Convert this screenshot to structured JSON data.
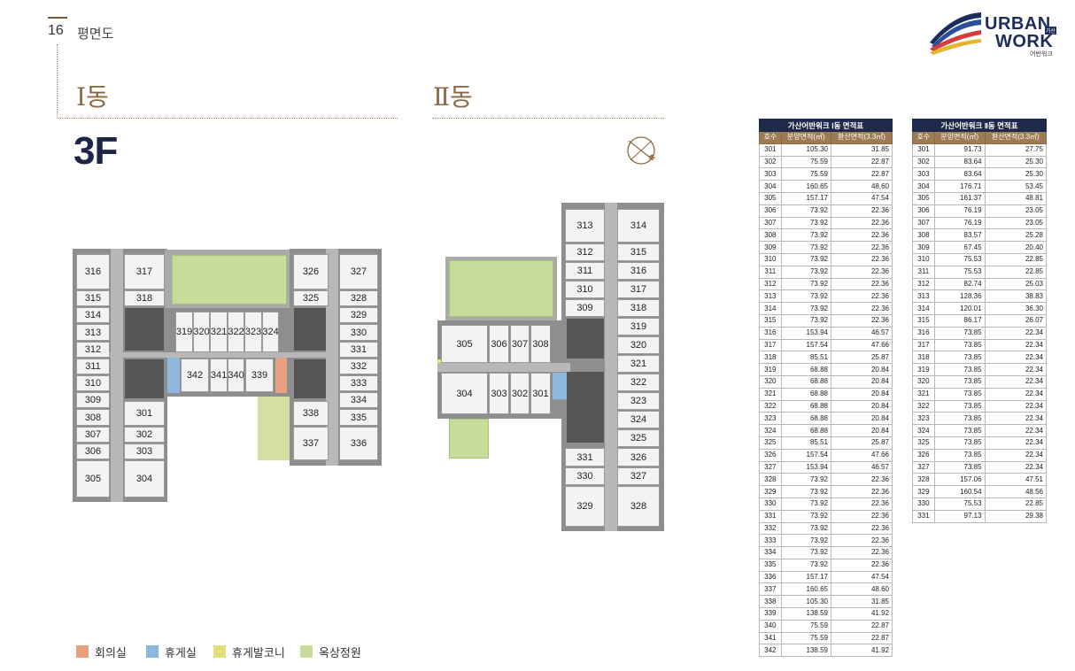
{
  "header": {
    "page_number": "16",
    "page_label": "평면도"
  },
  "logo": {
    "main": "URBAN",
    "second": "WORK",
    "badge": "가산",
    "sub": "어반워크"
  },
  "buildings": {
    "left_title": "Ⅰ동",
    "right_title": "Ⅱ동"
  },
  "floor": "3F",
  "colors": {
    "meeting": "#e9a07f",
    "lounge": "#8eb8de",
    "balcony": "#e6e07c",
    "garden": "#c7dc9b",
    "navy": "#1d2a4c",
    "brown": "#9c7b55"
  },
  "plan1_rooms": {
    "r316": "316",
    "r317": "317",
    "r326": "326",
    "r327": "327",
    "r315": "315",
    "r318": "318",
    "r325": "325",
    "r328": "328",
    "r314": "314",
    "r329": "329",
    "r313": "313",
    "r330": "330",
    "r312": "312",
    "r331": "331",
    "r311": "311",
    "r332": "332",
    "r310": "310",
    "r333": "333",
    "r309": "309",
    "r334": "334",
    "r308": "308",
    "r301": "301",
    "r338": "338",
    "r335": "335",
    "r307": "307",
    "r302": "302",
    "r306": "306",
    "r303": "303",
    "r337": "337",
    "r336": "336",
    "r305": "305",
    "r304": "304",
    "r319": "319",
    "r320": "320",
    "r321": "321",
    "r322": "322",
    "r323": "323",
    "r324": "324",
    "r342": "342",
    "r341": "341",
    "r340": "340",
    "r339": "339"
  },
  "plan2_rooms": {
    "r313": "313",
    "r314": "314",
    "r312": "312",
    "r315": "315",
    "r311": "311",
    "r316": "316",
    "r310": "310",
    "r317": "317",
    "r309": "309",
    "r318": "318",
    "r319": "319",
    "r320": "320",
    "r321": "321",
    "r322": "322",
    "r323": "323",
    "r324": "324",
    "r325": "325",
    "r331": "331",
    "r326": "326",
    "r330": "330",
    "r327": "327",
    "r329": "329",
    "r328": "328",
    "r305": "305",
    "r306": "306",
    "r307": "307",
    "r308": "308",
    "r304": "304",
    "r303": "303",
    "r302": "302",
    "r301": "301"
  },
  "table1": {
    "title": "가산어반워크 Ⅰ동 면적표",
    "headers": [
      "호수",
      "분양면적(㎡)",
      "환산면적(3.3㎡)"
    ],
    "rows": [
      [
        "301",
        "105.30",
        "31.85"
      ],
      [
        "302",
        "75.59",
        "22.87"
      ],
      [
        "303",
        "75.59",
        "22.87"
      ],
      [
        "304",
        "160.65",
        "48.60"
      ],
      [
        "305",
        "157.17",
        "47.54"
      ],
      [
        "306",
        "73.92",
        "22.36"
      ],
      [
        "307",
        "73.92",
        "22.36"
      ],
      [
        "308",
        "73.92",
        "22.36"
      ],
      [
        "309",
        "73.92",
        "22.36"
      ],
      [
        "310",
        "73.92",
        "22.36"
      ],
      [
        "311",
        "73.92",
        "22.36"
      ],
      [
        "312",
        "73.92",
        "22.36"
      ],
      [
        "313",
        "73.92",
        "22.36"
      ],
      [
        "314",
        "73.92",
        "22.36"
      ],
      [
        "315",
        "73.92",
        "22.36"
      ],
      [
        "316",
        "153.94",
        "46.57"
      ],
      [
        "317",
        "157.54",
        "47.66"
      ],
      [
        "318",
        "85.51",
        "25.87"
      ],
      [
        "319",
        "68.88",
        "20.84"
      ],
      [
        "320",
        "68.88",
        "20.84"
      ],
      [
        "321",
        "68.88",
        "20.84"
      ],
      [
        "322",
        "68.88",
        "20.84"
      ],
      [
        "323",
        "68.88",
        "20.84"
      ],
      [
        "324",
        "68.88",
        "20.84"
      ],
      [
        "325",
        "85.51",
        "25.87"
      ],
      [
        "326",
        "157.54",
        "47.66"
      ],
      [
        "327",
        "153.94",
        "46.57"
      ],
      [
        "328",
        "73.92",
        "22.36"
      ],
      [
        "329",
        "73.92",
        "22.36"
      ],
      [
        "330",
        "73.92",
        "22.36"
      ],
      [
        "331",
        "73.92",
        "22.36"
      ],
      [
        "332",
        "73.92",
        "22.36"
      ],
      [
        "333",
        "73.92",
        "22.36"
      ],
      [
        "334",
        "73.92",
        "22.36"
      ],
      [
        "335",
        "73.92",
        "22.36"
      ],
      [
        "336",
        "157.17",
        "47.54"
      ],
      [
        "337",
        "160.65",
        "48.60"
      ],
      [
        "338",
        "105.30",
        "31.85"
      ],
      [
        "339",
        "138.59",
        "41.92"
      ],
      [
        "340",
        "75.59",
        "22.87"
      ],
      [
        "341",
        "75.59",
        "22.87"
      ],
      [
        "342",
        "138.59",
        "41.92"
      ]
    ]
  },
  "table2": {
    "title": "가산어반워크 Ⅱ동 면적표",
    "headers": [
      "호수",
      "분양면적(㎡)",
      "환산면적(3.3㎡)"
    ],
    "rows": [
      [
        "301",
        "91.73",
        "27.75"
      ],
      [
        "302",
        "83.64",
        "25.30"
      ],
      [
        "303",
        "83.64",
        "25.30"
      ],
      [
        "304",
        "176.71",
        "53.45"
      ],
      [
        "305",
        "161.37",
        "48.81"
      ],
      [
        "306",
        "76.19",
        "23.05"
      ],
      [
        "307",
        "76.19",
        "23.05"
      ],
      [
        "308",
        "83.57",
        "25.28"
      ],
      [
        "309",
        "67.45",
        "20.40"
      ],
      [
        "310",
        "75.53",
        "22.85"
      ],
      [
        "311",
        "75.53",
        "22.85"
      ],
      [
        "312",
        "82.74",
        "25.03"
      ],
      [
        "313",
        "128.36",
        "38.83"
      ],
      [
        "314",
        "120.01",
        "36.30"
      ],
      [
        "315",
        "86.17",
        "26.07"
      ],
      [
        "316",
        "73.85",
        "22.34"
      ],
      [
        "317",
        "73.85",
        "22.34"
      ],
      [
        "318",
        "73.85",
        "22.34"
      ],
      [
        "319",
        "73.85",
        "22.34"
      ],
      [
        "320",
        "73.85",
        "22.34"
      ],
      [
        "321",
        "73.85",
        "22.34"
      ],
      [
        "322",
        "73.85",
        "22.34"
      ],
      [
        "323",
        "73.85",
        "22.34"
      ],
      [
        "324",
        "73.85",
        "22.34"
      ],
      [
        "325",
        "73.85",
        "22.34"
      ],
      [
        "326",
        "73.85",
        "22.34"
      ],
      [
        "327",
        "73.85",
        "22.34"
      ],
      [
        "328",
        "157.06",
        "47.51"
      ],
      [
        "329",
        "160.54",
        "48.56"
      ],
      [
        "330",
        "75.53",
        "22.85"
      ],
      [
        "331",
        "97.13",
        "29.38"
      ]
    ]
  },
  "legend": [
    {
      "label": "회의실",
      "color": "#e9a07f"
    },
    {
      "label": "휴게실",
      "color": "#8eb8de"
    },
    {
      "label": "휴게발코니",
      "color": "#e6e07c"
    },
    {
      "label": "옥상정원",
      "color": "#c7dc9b"
    }
  ]
}
